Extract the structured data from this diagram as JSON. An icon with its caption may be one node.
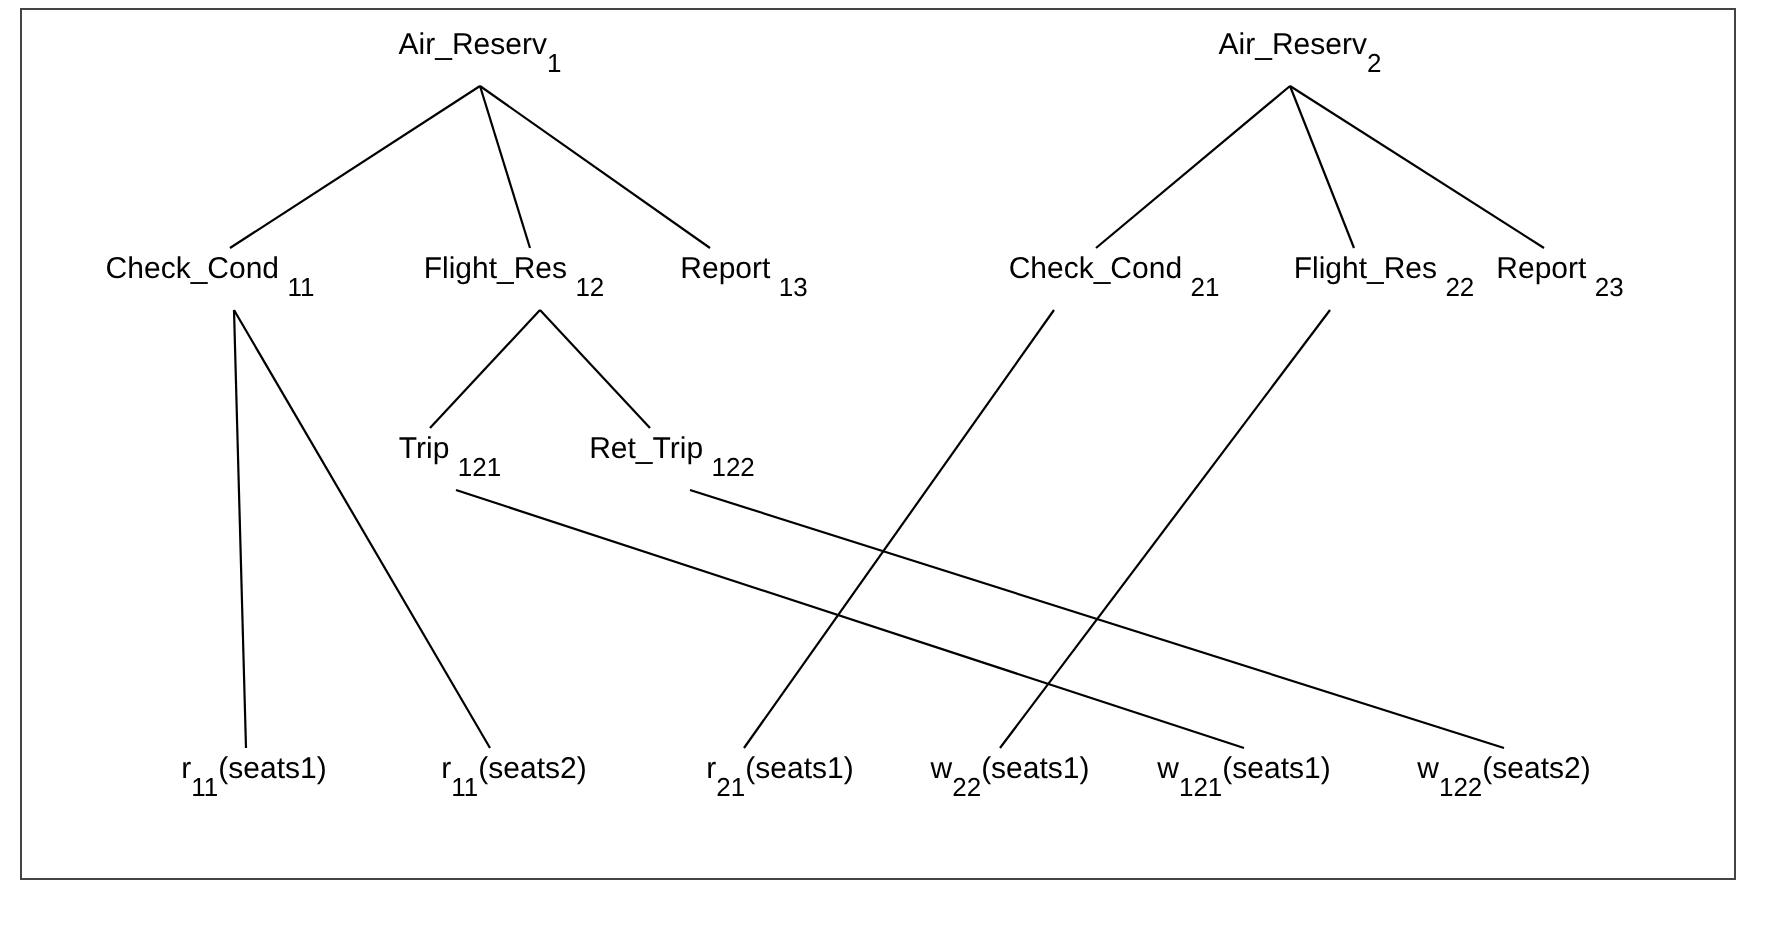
{
  "diagram": {
    "nodes": [
      {
        "text": [
          "Air_Reserv$_{1}$"
        ]
      },
      {
        "text": [
          "Check_Cond $_{11}$"
        ]
      },
      {
        "text": [
          "Flight_Res $_{12}$"
        ]
      },
      {
        "text": [
          "Report $_{13}$"
        ]
      },
      {
        "text": [
          "Air_Reserv$_{2}$"
        ]
      },
      {
        "text": [
          "Check_Cond $_{21}$"
        ]
      },
      {
        "text": [
          "Flight_Res $_{22}$"
        ]
      },
      {
        "text": [
          "Report $_{23}$"
        ]
      },
      {
        "text": [
          "Trip $_{121}$"
        ]
      },
      {
        "text": [
          "Ret_Trip $_{122}$"
        ]
      },
      {
        "text": [
          "r$_{11}$(seats1)"
        ]
      },
      {
        "text": [
          "r$_{11}$(seats2)"
        ]
      },
      {
        "text": [
          "r$_{21}$(seats1)"
        ]
      },
      {
        "text": [
          "w$_{22}$(seats1)"
        ]
      },
      {
        "text": [
          "w$_{121}$(seats1)"
        ]
      },
      {
        "text": [
          "w$_{122}$(seats2)"
        ]
      }
    ],
    "edges": [
      {
        "from": 0,
        "to": 1,
        "arrow": "none"
      },
      {
        "from": 0,
        "to": 2,
        "arrow": "none"
      },
      {
        "from": 0,
        "to": 3,
        "arrow": "none"
      },
      {
        "from": 4,
        "to": 5,
        "arrow": "none"
      },
      {
        "from": 4,
        "to": 6,
        "arrow": "none"
      },
      {
        "from": 4,
        "to": 7,
        "arrow": "none"
      },
      {
        "from": 2,
        "to": 8,
        "arrow": "none"
      },
      {
        "from": 2,
        "to": 9,
        "arrow": "none"
      },
      {
        "from": 1,
        "to": 10,
        "arrow": "none"
      },
      {
        "from": 1,
        "to": 11,
        "arrow": "none"
      },
      {
        "from": 5,
        "to": 12,
        "arrow": "none"
      },
      {
        "from": 6,
        "to": 13,
        "arrow": "none"
      },
      {
        "from": 8,
        "to": 14,
        "arrow": "none"
      },
      {
        "from": 9,
        "to": 15,
        "arrow": "none"
      }
    ]
  }
}
